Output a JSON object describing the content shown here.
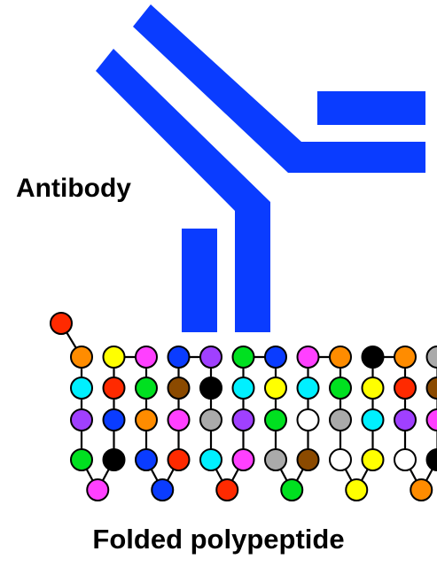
{
  "labels": {
    "antibody": "Antibody",
    "polypeptide": "Folded polypeptide"
  },
  "colors": {
    "antibody": "#0a3cff",
    "outline": "#000000",
    "background": "#ffffff"
  },
  "bead_palette": {
    "red": "#ff2a00",
    "orange": "#ff8c00",
    "black": "#000000",
    "green": "#00e020",
    "cyan": "#00f0ff",
    "brown": "#8b4a00",
    "magenta": "#ff40ff",
    "white": "#ffffff",
    "yellow": "#ffff00",
    "blue": "#0a3cff",
    "gray": "#aaaaaa",
    "purple": "#a040ff"
  },
  "polypeptide": {
    "start_bead": "red",
    "columns": [
      [
        "orange",
        "cyan",
        "purple",
        "green"
      ],
      [
        "yellow",
        "red",
        "blue",
        "black"
      ],
      [
        "magenta",
        "green",
        "orange",
        "blue"
      ],
      [
        "blue",
        "brown",
        "magenta",
        "red"
      ],
      [
        "purple",
        "black",
        "gray",
        "cyan"
      ],
      [
        "green",
        "cyan",
        "purple",
        "magenta"
      ],
      [
        "blue",
        "yellow",
        "green",
        "gray"
      ],
      [
        "magenta",
        "cyan",
        "white",
        "brown"
      ],
      [
        "orange",
        "green",
        "gray",
        "white"
      ],
      [
        "black",
        "yellow",
        "cyan",
        "yellow"
      ],
      [
        "orange",
        "red",
        "purple",
        "white"
      ],
      [
        "gray",
        "brown",
        "magenta",
        "black"
      ]
    ],
    "bottom_loop_beads": [
      "magenta",
      "blue",
      "red",
      "green",
      "yellow",
      "orange"
    ]
  }
}
